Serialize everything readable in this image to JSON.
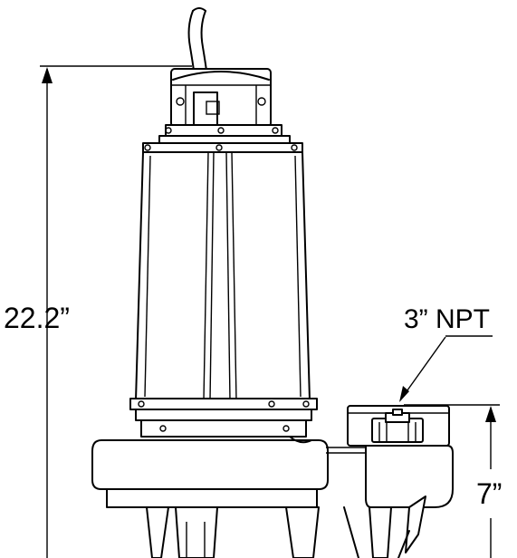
{
  "diagram": {
    "dimensions": {
      "overall_height": "22.2”",
      "discharge_height": "7”",
      "discharge_size": "3” NPT"
    }
  }
}
